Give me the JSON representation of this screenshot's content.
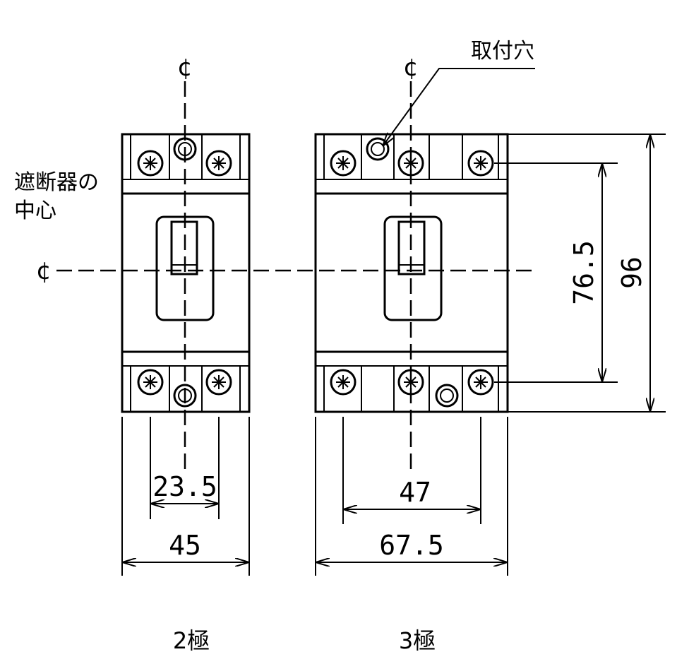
{
  "labels": {
    "mounting_hole": "取付穴",
    "breaker_center_line1": "遮断器の",
    "breaker_center_line2": "中心",
    "centerline_symbol": "¢",
    "pole2": "2極",
    "pole3": "3極"
  },
  "dimensions": {
    "pole2_pitch": "23.5",
    "pole2_width": "45",
    "pole3_pitch": "47",
    "pole3_width": "67.5",
    "hole_pitch": "76.5",
    "height": "96"
  }
}
